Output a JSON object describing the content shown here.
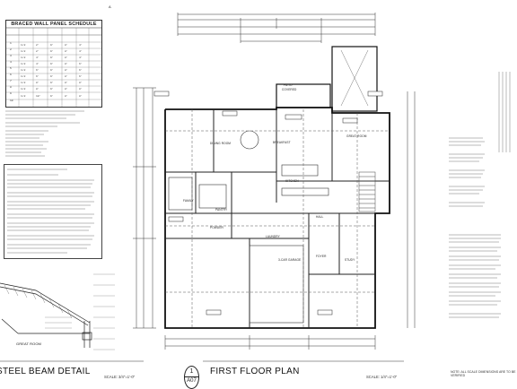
{
  "header": {
    "top_left_mark": "A"
  },
  "schedule": {
    "title": "BRACED WALL PANEL SCHEDULE",
    "rows": [
      "1",
      "2",
      "3",
      "4",
      "5",
      "6",
      "7",
      "8",
      "9",
      "10"
    ]
  },
  "labels": {
    "patio": "PATIO",
    "covered": "COVERED",
    "dining_room": "DINING ROOM",
    "breakfast": "BREAKFAST",
    "kitchen": "KITCHEN",
    "great_room": "GREAT ROOM",
    "foyer": "FOYER",
    "study": "STUDY",
    "garage": "3-CAR GARAGE",
    "hall": "HALL",
    "pantry": "PANTRY",
    "laundry": "LAUNDRY",
    "powder": "POWDER",
    "great_room_detail": "GREAT ROOM",
    "family": "FAMILY"
  },
  "drawings": {
    "left_title": "STEEL BEAM DETAIL",
    "left_scale": "SCALE: 3/4\"=1'-0\"",
    "main_title": "FIRST FLOOR PLAN",
    "main_scale": "SCALE: 1/4\"=1'-0\"",
    "detail_number": "1",
    "sheet_number": "A07"
  },
  "notes": {
    "sheet_note": "NOTE: ALL SCALE DIMENSIONS ARE TO BE VERIFIED"
  }
}
